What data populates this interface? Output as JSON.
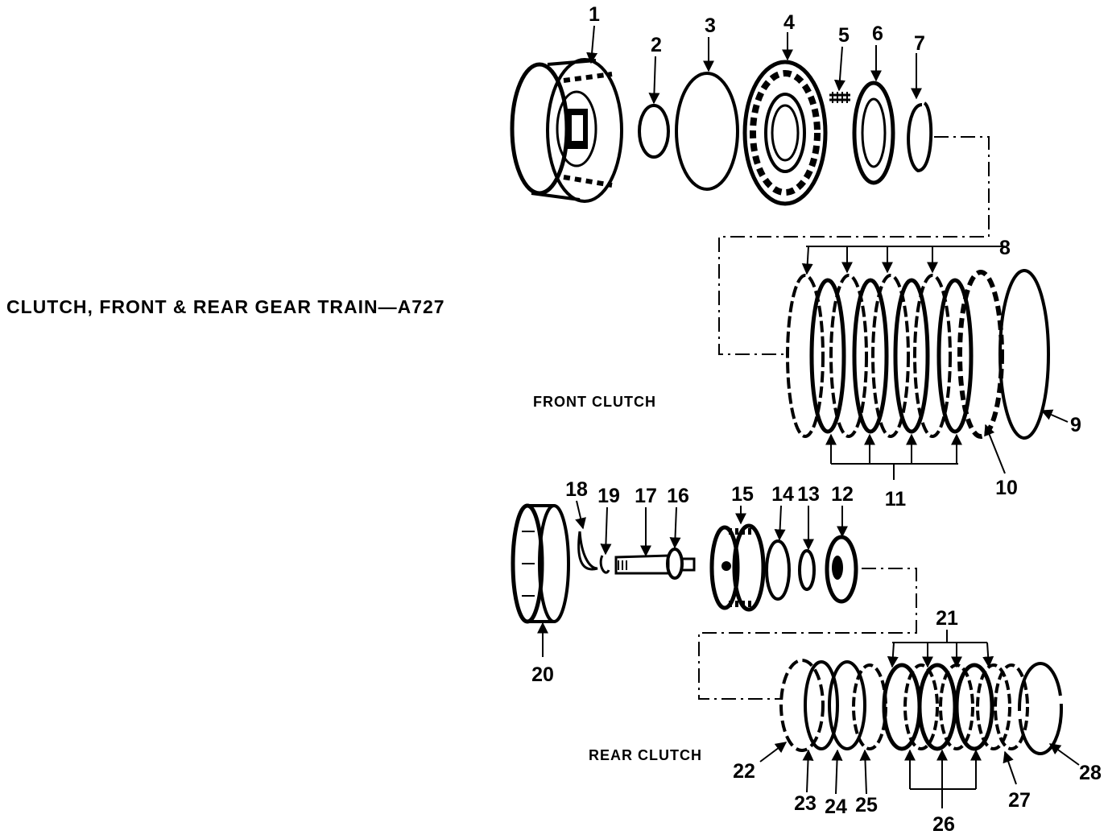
{
  "title": "CLUTCH, FRONT & REAR GEAR TRAIN—A727",
  "sections": {
    "front_clutch": "FRONT CLUTCH",
    "rear_clutch": "REAR CLUTCH"
  },
  "callouts": [
    "1",
    "2",
    "3",
    "4",
    "5",
    "6",
    "7",
    "8",
    "9",
    "10",
    "11",
    "12",
    "13",
    "14",
    "15",
    "16",
    "17",
    "18",
    "19",
    "20",
    "21",
    "22",
    "23",
    "24",
    "25",
    "26",
    "27",
    "28"
  ]
}
